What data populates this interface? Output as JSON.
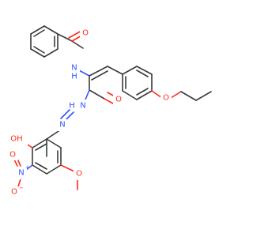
{
  "structure": {
    "atoms": {
      "o_benzoyl": {
        "text": "O",
        "color": "#ff2a1a"
      },
      "n_amide": {
        "text": "N",
        "color": "#3354ff"
      },
      "h_amide": {
        "text": "H",
        "color": "#3354ff"
      },
      "o_hydrazide": {
        "text": "O",
        "color": "#ff2a1a"
      },
      "n_hydrazide": {
        "text": "N",
        "color": "#3354ff"
      },
      "h_hydrazide": {
        "text": "H",
        "color": "#3354ff"
      },
      "n_imine": {
        "text": "N",
        "color": "#3354ff"
      },
      "o_propoxy": {
        "text": "O",
        "color": "#ff2a1a"
      },
      "oh_hydroxy": {
        "text": "OH",
        "color": "#ff2a1a"
      },
      "o_methoxy": {
        "text": "O",
        "color": "#ff2a1a"
      },
      "n_nitro": {
        "text": "N",
        "color": "#3354ff"
      },
      "n_nitro_charge": {
        "text": "+",
        "color": "#3354ff"
      },
      "o_nitro_top": {
        "text": "O",
        "color": "#ff2a1a"
      },
      "o_nitro_bottom": {
        "text": "O",
        "color": "#ff2a1a"
      },
      "o_nitro_charge": {
        "text": "−",
        "color": "#ff2a1a"
      }
    },
    "colors": {
      "carbon_bond": "#3a3a3a",
      "nitrogen": "#3354ff",
      "oxygen": "#ff2a1a",
      "background": "#ffffff"
    }
  }
}
